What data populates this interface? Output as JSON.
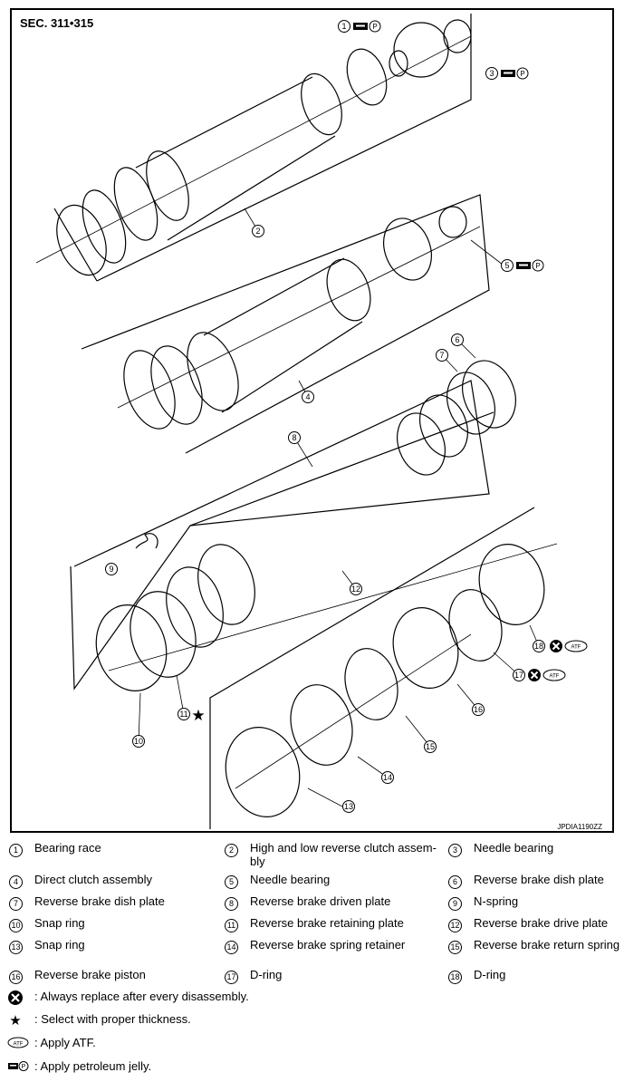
{
  "section": "SEC. 311•315",
  "doc_id": "JPDIA1190ZZ",
  "callout_marks": {
    "p": "P",
    "atf": "ATF"
  },
  "callouts": [
    "1",
    "2",
    "3",
    "4",
    "5",
    "6",
    "7",
    "8",
    "9",
    "10",
    "11",
    "12",
    "13",
    "14",
    "15",
    "16",
    "17",
    "18"
  ],
  "legend": [
    {
      "num": "1",
      "label": "Bearing race"
    },
    {
      "num": "2",
      "label": "High and low reverse clutch assem-",
      "label2": "bly"
    },
    {
      "num": "3",
      "label": "Needle bearing"
    },
    {
      "num": "4",
      "label": "Direct clutch assembly"
    },
    {
      "num": "5",
      "label": "Needle bearing"
    },
    {
      "num": "6",
      "label": "Reverse brake dish plate"
    },
    {
      "num": "7",
      "label": "Reverse brake dish plate"
    },
    {
      "num": "8",
      "label": "Reverse brake driven plate"
    },
    {
      "num": "9",
      "label": "N-spring"
    },
    {
      "num": "10",
      "label": "Snap ring"
    },
    {
      "num": "11",
      "label": "Reverse brake retaining plate"
    },
    {
      "num": "12",
      "label": "Reverse brake drive plate"
    },
    {
      "num": "13",
      "label": "Snap ring"
    },
    {
      "num": "14",
      "label": "Reverse brake spring retainer"
    },
    {
      "num": "15",
      "label": "Reverse brake return spring"
    },
    {
      "num": "16",
      "label": "Reverse brake piston"
    },
    {
      "num": "17",
      "label": "D-ring"
    },
    {
      "num": "18",
      "label": "D-ring"
    }
  ],
  "notes": [
    {
      "icon": "replace-icon",
      "text": ": Always replace after every disassembly."
    },
    {
      "icon": "star-icon",
      "text": ": Select with proper thickness."
    },
    {
      "icon": "atf-icon",
      "text": ": Apply ATF."
    },
    {
      "icon": "petroleum-jelly-icon",
      "text": ": Apply petroleum jelly."
    }
  ]
}
